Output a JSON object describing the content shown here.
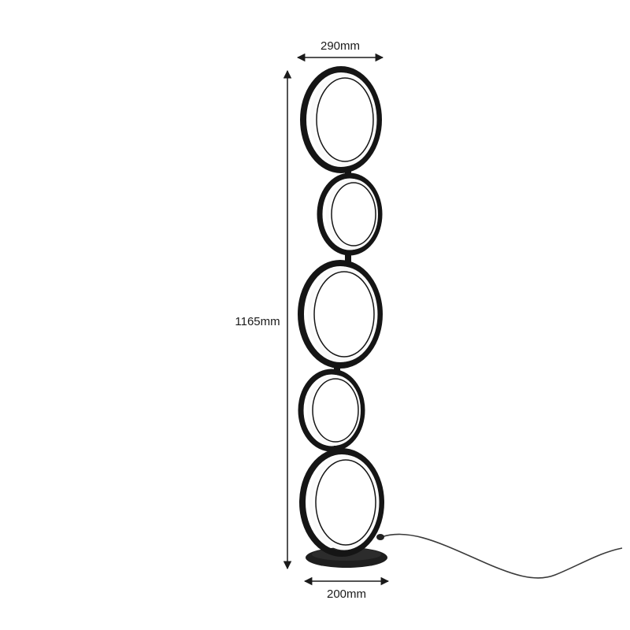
{
  "dimensions": {
    "width_top": "290mm",
    "height": "1165mm",
    "width_base": "200mm"
  },
  "colors": {
    "frame": "#151515",
    "led": "#fafafa",
    "dimension_line": "#1a1a1a",
    "cable": "#3a3a3a",
    "base": "#1e1e1e"
  }
}
